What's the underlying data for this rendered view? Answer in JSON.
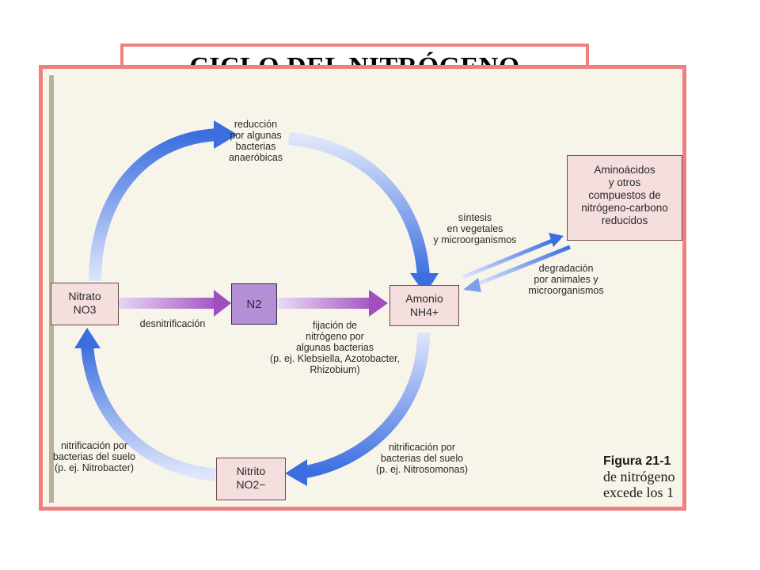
{
  "title": "CICLO DEL NITRÓGENO",
  "nodes": {
    "nitrato": {
      "line1": "Nitrato",
      "line2": "NO3"
    },
    "n2": {
      "label": "N2"
    },
    "amonio": {
      "line1": "Amonio",
      "line2": "NH4+"
    },
    "nitrito": {
      "line1": "Nitrito",
      "line2": "NO2−"
    },
    "aminoacidos": {
      "text": "Aminoácidos\ny otros\ncompuestos de\nnitrógeno-carbono\nreducidos"
    }
  },
  "labels": {
    "reduccion": "reducción\npor algunas\nbacterias\nanaeróbicas",
    "sintesis": "síntesis\nen vegetales\ny microorganismos",
    "degradacion": "degradación\npor animales y\nmicroorganismos",
    "desnitrificacion": "desnitrificación",
    "fijacion": "fijación de\nnitrógeno por\nalgunas bacterias\n(p. ej. Klebsiella, Azotobacter,\nRhizobium)",
    "nitrificacion_nitrosomonas": "nitrificación por\nbacterias del suelo\n(p. ej. Nitrosomonas)",
    "nitrificacion_nitrobacter": "nitrificación por\nbacterias del suelo\n(p. ej. Nitrobacter)"
  },
  "caption": {
    "line1": "Figura 21-1",
    "line2": "de nitrógeno",
    "line3": "excede los 1"
  },
  "colors": {
    "frame": "#f08080",
    "arrow_blue": "#3b6fe0",
    "arrow_purple": "#a14fc0",
    "node_fill": "#f4dede",
    "n2_fill": "#b58fd6"
  }
}
